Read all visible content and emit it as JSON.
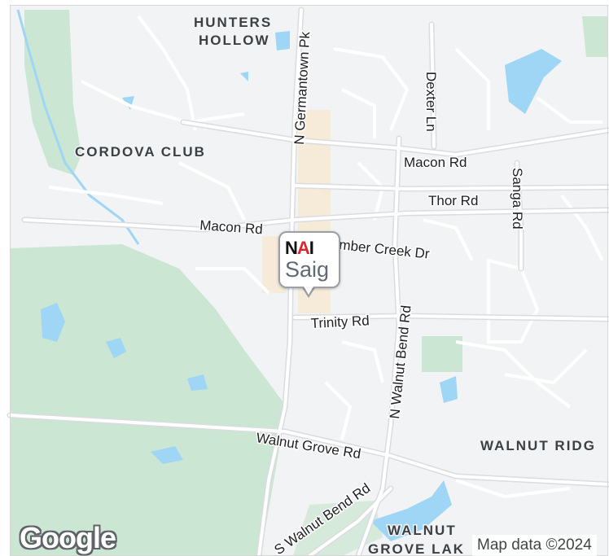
{
  "map": {
    "areas": {
      "hunters_hollow_1": "HUNTERS",
      "hunters_hollow_2": "HOLLOW",
      "cordova_club": "CORDOVA CLUB",
      "walnut_ridge": "WALNUT RIDG",
      "walnut_grove_lake_1": "WALNUT",
      "walnut_grove_lake_2": "GROVE LAK"
    },
    "roads": {
      "n_germantown_pk": "N Germantown Pk",
      "dexter_ln": "Dexter Ln",
      "macon_rd_east": "Macon Rd",
      "thor_rd": "Thor Rd",
      "sanga_rd": "Sanga Rd",
      "macon_rd_west": "Macon Rd",
      "timber_creek_dr": "mber Creek Dr",
      "trinity_rd": "Trinity Rd",
      "n_walnut_bend_rd": "N Walnut Bend Rd",
      "walnut_grove_rd": "Walnut Grove Rd",
      "s_walnut_bend_rd": "S Walnut Bend Rd"
    },
    "marker": {
      "logo_part1": "N",
      "logo_part2": "A",
      "logo_part3": "I",
      "logo_line2": "Saig"
    },
    "google_logo": "Google",
    "attribution": "Map data ©2024",
    "colors": {
      "land": "#f1f3f4",
      "park": "#cbe6d2",
      "water": "#9fd5f5",
      "road": "#ffffff",
      "road_major": "#dadce0",
      "commercial": "#f6ebd9",
      "area_label": "#3c4043",
      "road_label": "#202124",
      "brand_red": "#d7282f"
    }
  }
}
